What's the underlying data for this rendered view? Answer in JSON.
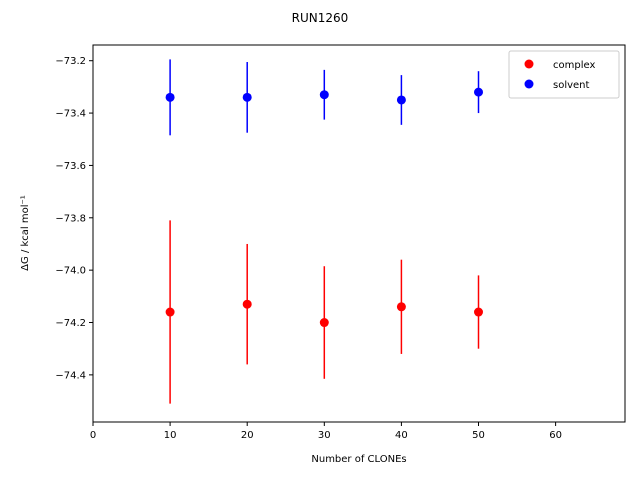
{
  "chart_data": {
    "type": "scatter",
    "title": "RUN1260",
    "xlabel": "Number of CLONEs",
    "ylabel": "ΔG / kcal mol⁻¹",
    "xlim": [
      0,
      69
    ],
    "ylim": [
      -74.58,
      -73.14
    ],
    "xticks": [
      0,
      10,
      20,
      30,
      40,
      50,
      60
    ],
    "yticks": [
      -73.2,
      -73.4,
      -73.6,
      -73.8,
      -74.0,
      -74.2,
      -74.4
    ],
    "ytick_labels": [
      "−73.2",
      "−73.4",
      "−73.6",
      "−73.8",
      "−74.0",
      "−74.2",
      "−74.4"
    ],
    "grid": false,
    "legend": "top-right",
    "series": [
      {
        "name": "complex",
        "color": "#ff0000",
        "x": [
          10,
          20,
          30,
          40,
          50
        ],
        "y": [
          -74.16,
          -74.13,
          -74.2,
          -74.14,
          -74.16
        ],
        "err": [
          0.35,
          0.23,
          0.215,
          0.18,
          0.14
        ]
      },
      {
        "name": "solvent",
        "color": "#0000ff",
        "x": [
          10,
          20,
          30,
          40,
          50
        ],
        "y": [
          -73.34,
          -73.34,
          -73.33,
          -73.35,
          -73.32
        ],
        "err": [
          0.145,
          0.135,
          0.095,
          0.095,
          0.08
        ]
      }
    ]
  }
}
